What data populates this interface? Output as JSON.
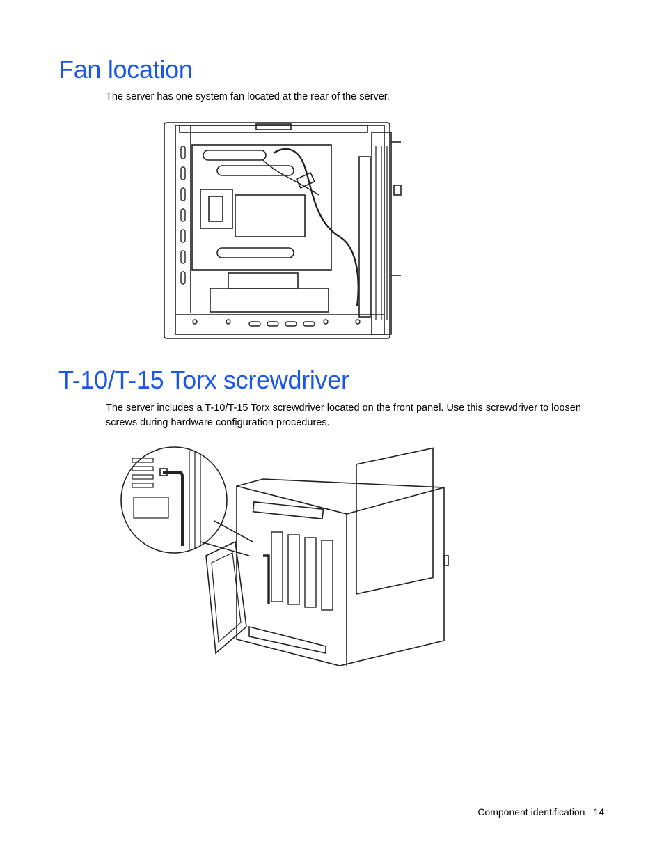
{
  "section1": {
    "heading": "Fan location",
    "body": "The server has one system fan located at the rear of the server."
  },
  "section2": {
    "heading": "T-10/T-15 Torx screwdriver",
    "body": "The server includes a T-10/T-15 Torx screwdriver located on the front panel. Use this screwdriver to loosen screws during hardware configuration procedures."
  },
  "footer": {
    "section": "Component identification",
    "page": "14"
  },
  "figure1_label": "",
  "figure2_label": ""
}
